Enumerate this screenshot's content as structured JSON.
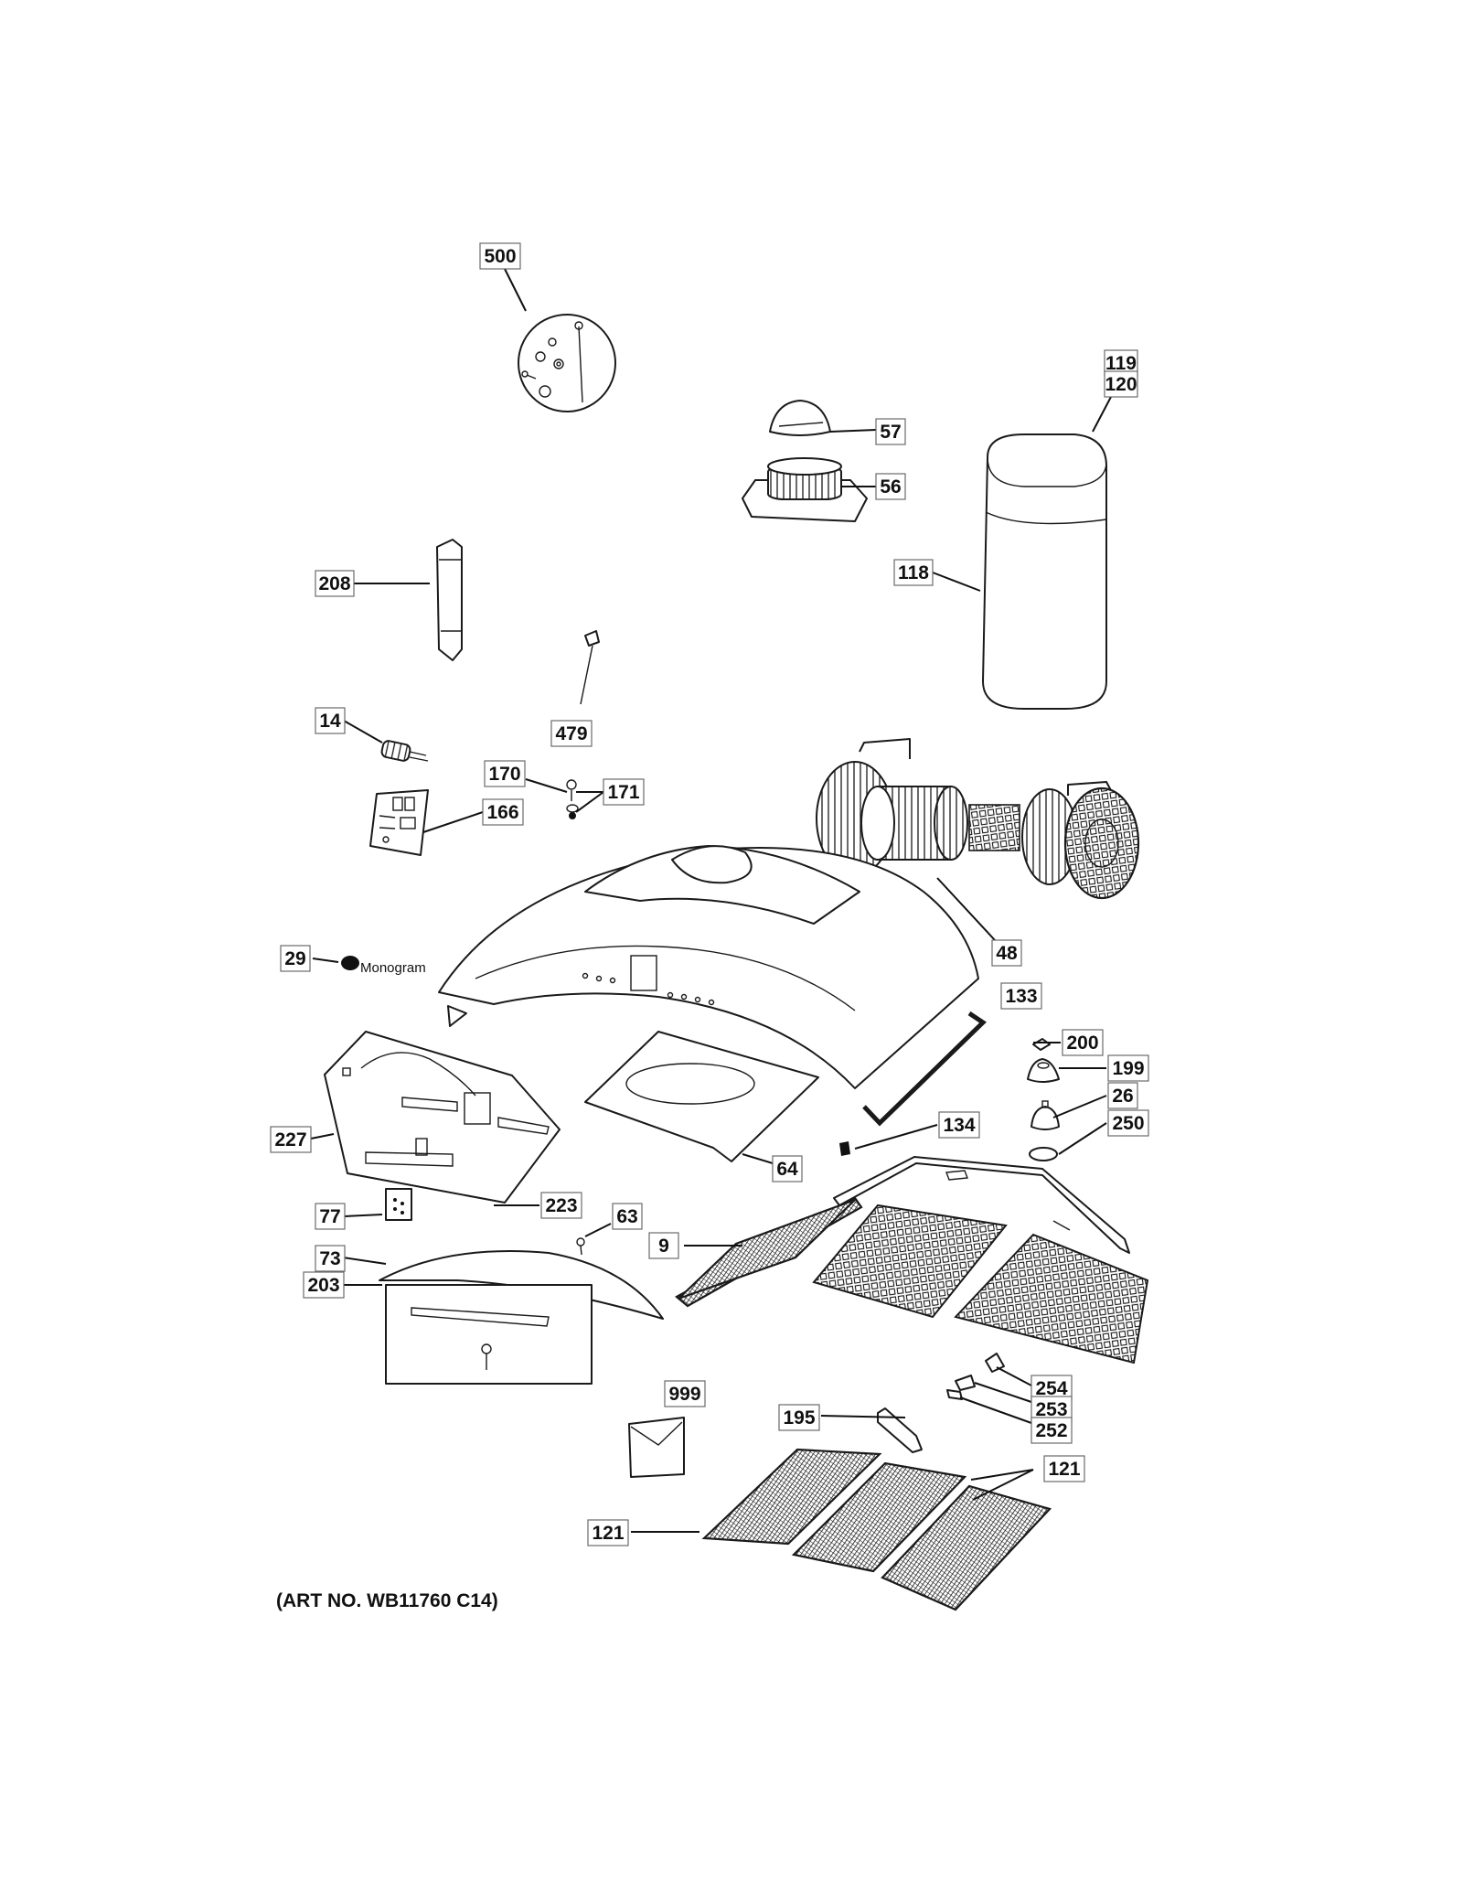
{
  "diagram": {
    "art_number": "(ART NO. WB11760 C14)",
    "brand_mark": "Monogram",
    "callouts": {
      "c500": "500",
      "c119": "119",
      "c120": "120",
      "c57": "57",
      "c56": "56",
      "c118": "118",
      "c208": "208",
      "c479": "479",
      "c14": "14",
      "c170": "170",
      "c171": "171",
      "c166": "166",
      "c48": "48",
      "c29": "29",
      "c133": "133",
      "c200": "200",
      "c199": "199",
      "c26": "26",
      "c250": "250",
      "c134": "134",
      "c227": "227",
      "c64": "64",
      "c223": "223",
      "c77": "77",
      "c63": "63",
      "c9": "9",
      "c73": "73",
      "c203": "203",
      "c254": "254",
      "c253": "253",
      "c252": "252",
      "c999": "999",
      "c195": "195",
      "c121a": "121",
      "c121b": "121"
    }
  }
}
